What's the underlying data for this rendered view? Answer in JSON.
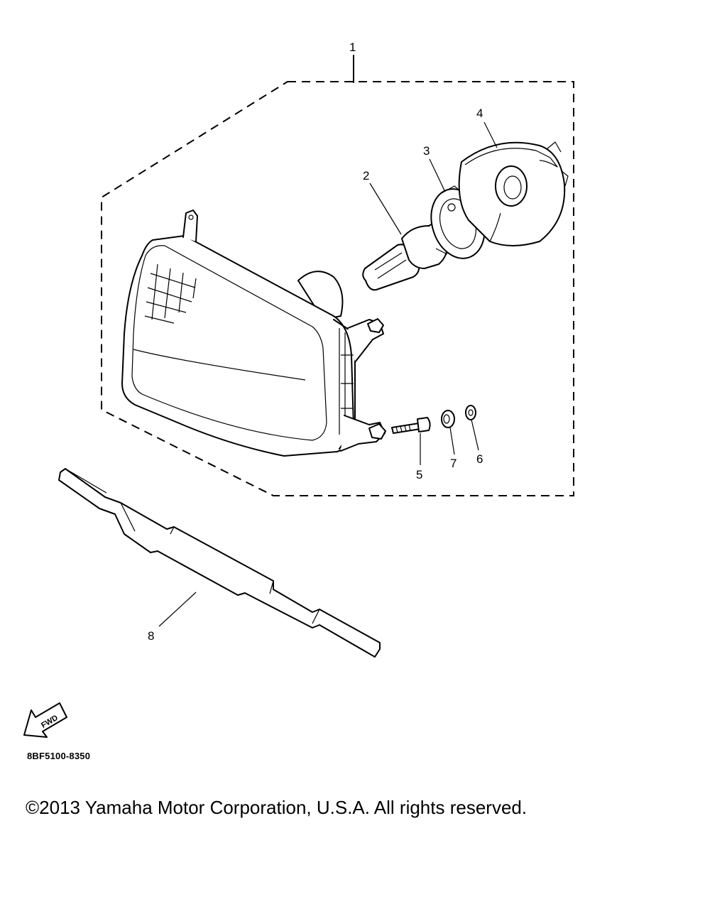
{
  "diagram": {
    "callouts": [
      {
        "id": "1",
        "label": "1"
      },
      {
        "id": "2",
        "label": "2"
      },
      {
        "id": "3",
        "label": "3"
      },
      {
        "id": "4",
        "label": "4"
      },
      {
        "id": "5",
        "label": "5"
      },
      {
        "id": "6",
        "label": "6"
      },
      {
        "id": "7",
        "label": "7"
      },
      {
        "id": "8",
        "label": "8"
      }
    ],
    "fwd_label": "FWD",
    "diagram_code": "8BF5100-8350"
  },
  "footer": {
    "copyright": "©2013 Yamaha Motor Corporation, U.S.A. All rights reserved."
  }
}
